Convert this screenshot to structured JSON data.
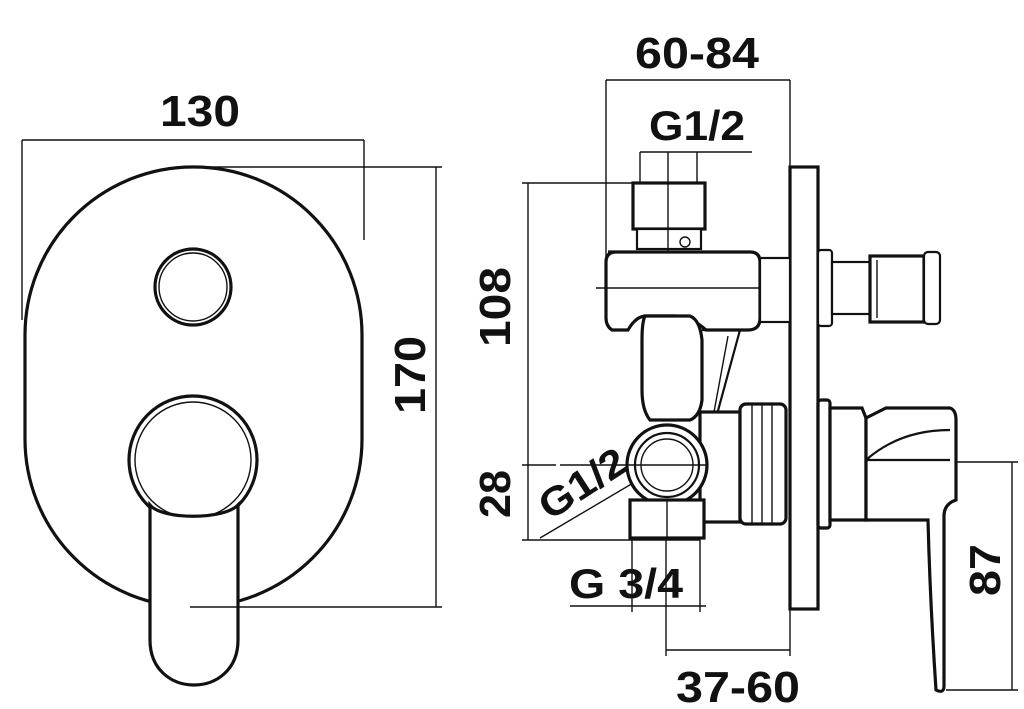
{
  "dimensions": {
    "width_total": "130",
    "height_total": "170",
    "depth_range_top": "60-84",
    "inlet_top": "G1/2",
    "height_108": "108",
    "height_28": "28",
    "inlet_side": "G1/2",
    "outlet": "G 3/4",
    "depth_range_bottom": "37-60",
    "lever_height": "87"
  }
}
